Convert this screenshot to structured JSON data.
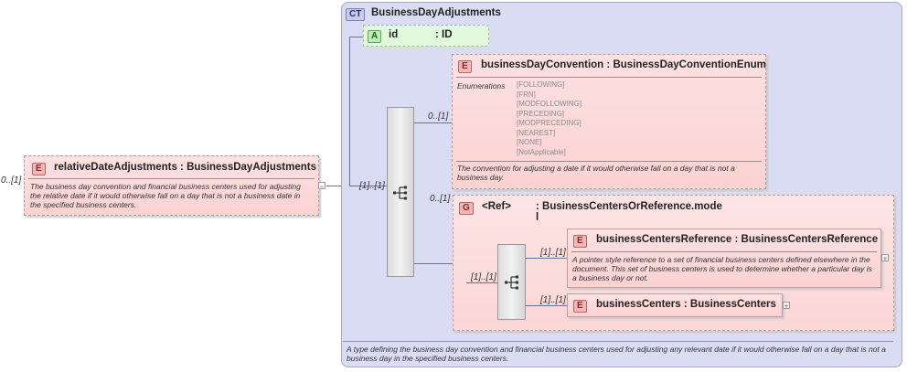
{
  "root": {
    "multiplicity": "0..[1]",
    "badge": "E",
    "name": "relativeDateAdjustments",
    "type": "BusinessDayAdjustments",
    "doc": "The business day convention and financial business centers used for adjusting the relative date if it would otherwise fall on a day that is not a business date in the specified business centers.",
    "collapse_symbol": "−"
  },
  "complex_type": {
    "badge": "CT",
    "name": "BusinessDayAdjustments",
    "doc": "A type defining the business day convention and financial business centers used for adjusting any relevant date if it would otherwise fall on a day that is not a business day in the specified business centers."
  },
  "attribute": {
    "badge": "A",
    "name": "id",
    "type": ": ID"
  },
  "sequence": {
    "multiplicity": "[1]..[1]"
  },
  "bdc": {
    "multiplicity": "0..[1]",
    "badge": "E",
    "name": "businessDayConvention",
    "type": "BusinessDayConventionEnum",
    "enum_label": "Enumerations",
    "enumerations": [
      "[FOLLOWING]",
      "[FRN]",
      "[MODFOLLOWING]",
      "[PRECEDING]",
      "[MODPRECEDING]",
      "[NEAREST]",
      "[NONE]",
      "[NotApplicable]"
    ],
    "doc": "The convention for adjusting a date if it would otherwise fall on a day that is not a business day."
  },
  "group": {
    "multiplicity": "0..[1]",
    "badge": "G",
    "ref": "<Ref>",
    "name": ": BusinessCentersOrReference.mode",
    "name_cont": "l"
  },
  "inner_sequence": {
    "multiplicity": "[1]..[1]"
  },
  "bcr": {
    "multiplicity": "[1]..[1]",
    "badge": "E",
    "name": "businessCentersReference",
    "type": "BusinessCentersReference",
    "doc": "A pointer style reference to a set of financial business centers defined elsewhere in the document. This set of business centers is used to determine whether a particular day is a business day or not.",
    "expand_symbol": "+"
  },
  "bc": {
    "multiplicity": "[1]..[1]",
    "badge": "E",
    "name": "businessCenters",
    "type": "BusinessCenters",
    "expand_symbol": "+"
  },
  "colors": {
    "ct_bg": "#dadcf3",
    "element_bg": "#fbd2d2",
    "attribute_bg": "#e2fadb",
    "line": "#6f7190"
  }
}
